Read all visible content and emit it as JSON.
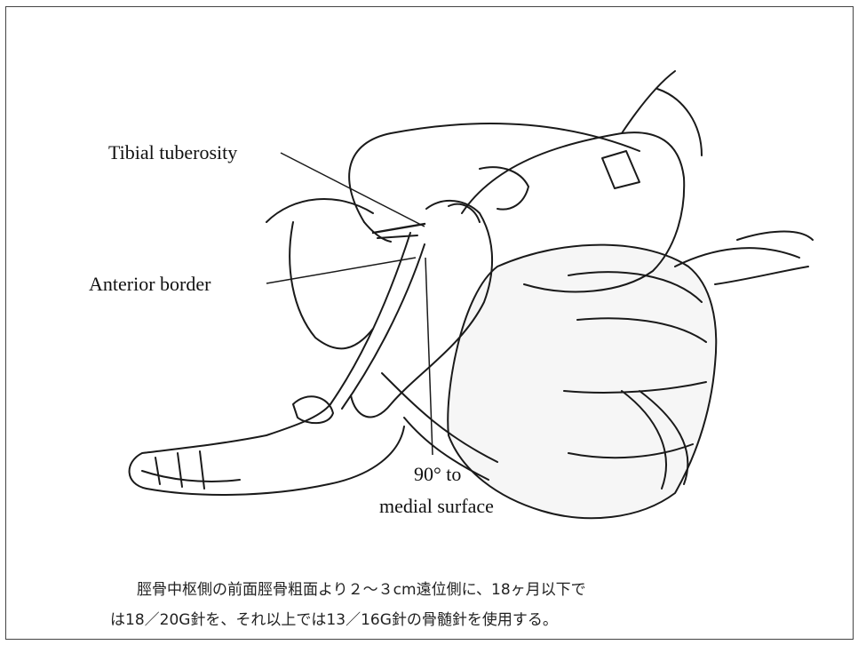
{
  "figure": {
    "labels": {
      "tibial_tuberosity": "Tibial tuberosity",
      "anterior_border": "Anterior border",
      "angle_line1": "90° to",
      "angle_line2": "medial surface"
    }
  },
  "caption": {
    "line1": "脛骨中枢側の前面脛骨粗面より２〜３cm遠位側に、18ヶ月以下で",
    "line2": "は18／20G針を、それ以上では13／16G針の骨髄針を使用する。"
  },
  "colors": {
    "ink": "#1a1a1a",
    "border": "#444444",
    "background": "#ffffff"
  }
}
